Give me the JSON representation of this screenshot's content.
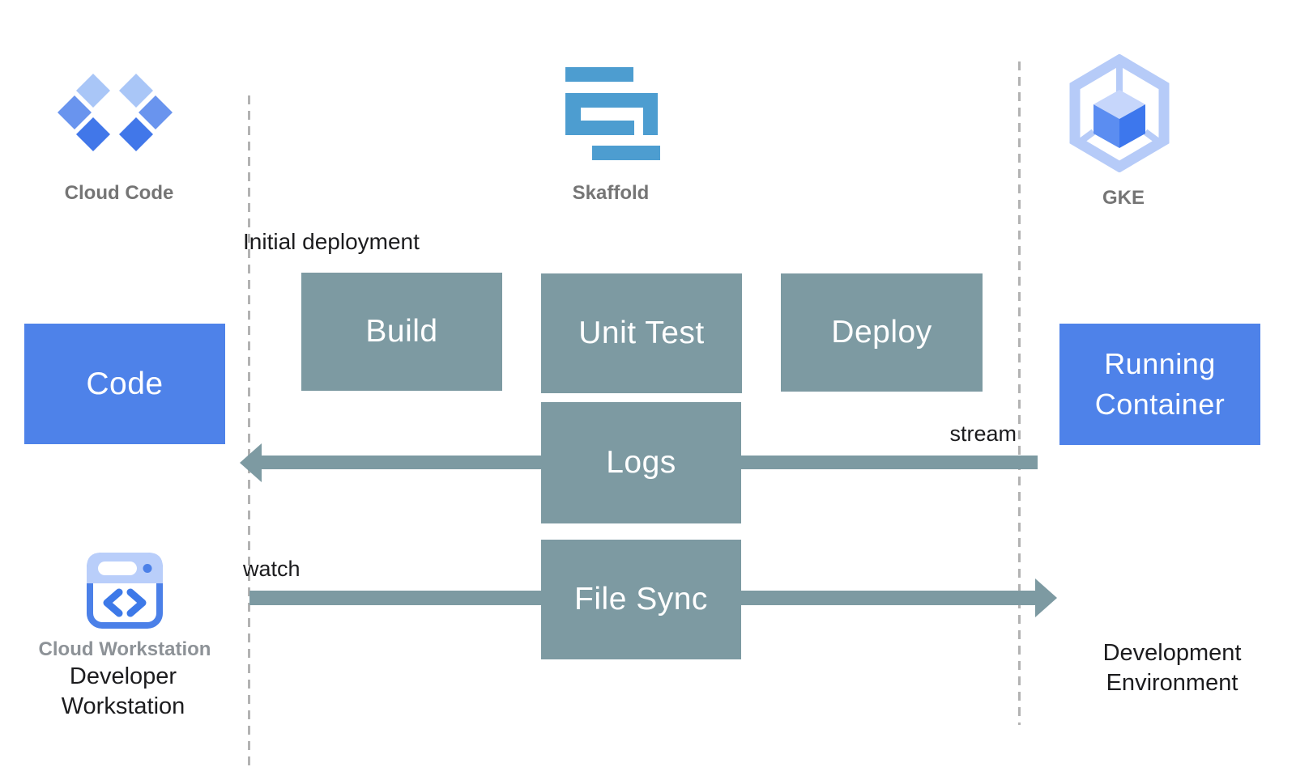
{
  "colors": {
    "blue-box": "#4e82e9",
    "teal": "#7d9aa2",
    "dash-gray": "#b3b3b3",
    "caption-gray": "#757575",
    "ws-caption-gray": "#8d9297",
    "text-black": "#1c1c1e",
    "skaffold-blue": "#4d9dd0",
    "diamond-light": "#a9c6f7",
    "diamond-medium": "#6994ee",
    "diamond-dark": "#4177e9",
    "gke-outline": "#b6cbf8",
    "cube-top": "#c6d6fb",
    "cube-left": "#5b8df1",
    "cube-right": "#3d77ed",
    "ws-border": "#4b80e8",
    "ws-band": "#b9cefa",
    "ws-glyph": "#3d79e8"
  },
  "logos": {
    "cloud_code": {
      "label": "Cloud Code"
    },
    "skaffold": {
      "label": "Skaffold"
    },
    "gke": {
      "label": "GKE"
    },
    "cloud_workstation": {
      "label": "Cloud Workstation"
    }
  },
  "nodes": {
    "code": "Code",
    "build": "Build",
    "unit_test": "Unit Test",
    "deploy": "Deploy",
    "logs": "Logs",
    "file_sync": "File Sync",
    "running_container": "Running Container"
  },
  "annotations": {
    "initial_deployment": "Initial deployment",
    "stream": "stream",
    "watch": "watch",
    "developer_workstation": "Developer Workstation",
    "development_environment": "Development Environment"
  }
}
